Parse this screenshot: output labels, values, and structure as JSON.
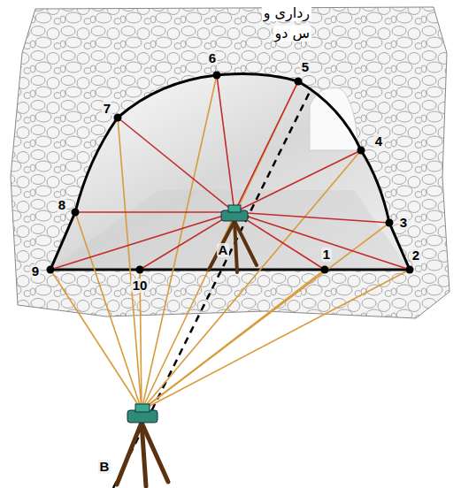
{
  "diagram": {
    "labels": [
      "رداری و",
      "س دو",
      "1",
      "2",
      "3",
      "4",
      "5",
      "6",
      "7",
      "8",
      "9",
      "10",
      "A",
      "B"
    ]
  }
}
